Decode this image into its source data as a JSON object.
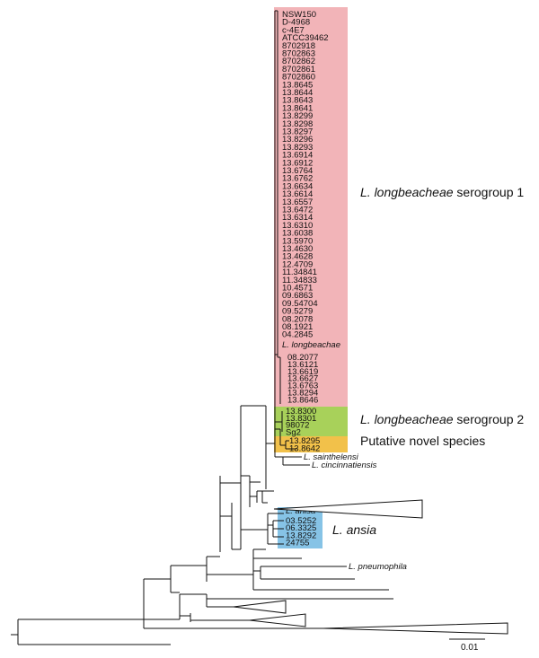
{
  "groups": {
    "sg1": {
      "italic": "L. longbeacheae",
      "plain": " serogroup 1",
      "color": "#f2b4b8"
    },
    "sg2": {
      "italic": "L. longbeacheae",
      "plain": " serogroup 2",
      "color": "#a8d15a"
    },
    "novel": {
      "plain": "Putative novel species",
      "color": "#f2c14a"
    },
    "ansia": {
      "italic": "L. ansia",
      "color": "#86c3e6"
    }
  },
  "sg1_tips": [
    "NSW150",
    "D-4968",
    "c-4E7",
    "ATCC39462",
    "8702918",
    "8702863",
    "8702862",
    "8702861",
    "8702860",
    "13.8645",
    "13.8644",
    "13.8643",
    "13.8641",
    "13.8299",
    "13.8298",
    "13.8297",
    "13.8296",
    "13.8293",
    "13.6914",
    "13.6912",
    "13.6764",
    "13.6762",
    "13.6634",
    "13.6614",
    "13.6557",
    "13.6472",
    "13.6314",
    "13.6310",
    "13.6038",
    "13.5970",
    "13.4630",
    "13.4628",
    "12.4709",
    "11.34841",
    "11.34833",
    "10.4571",
    "09.6863",
    "09.54704",
    "09.5279",
    "08.2078",
    "08.1921",
    "04.2845"
  ],
  "sg1_ref": "L. longbeachae",
  "sg1_sub_tips": [
    "08.2077",
    "13.6121",
    "13.6619",
    "13.6627",
    "13.6763",
    "13.8294",
    "13.8646"
  ],
  "sg2_tips": [
    "13.8300",
    "13.8301",
    "98072",
    "Sg2"
  ],
  "novel_tips": [
    "13.8295",
    "13.8642"
  ],
  "other_tips": {
    "sainthelensi": "L. sainthelensi",
    "cincinnatiensis": "L. cincinnatiensis",
    "pneumophila": "L. pneumophila"
  },
  "ansia_ref": "L. anisa",
  "ansia_tips": [
    "03.5252",
    "06.3325",
    "13.8292",
    "24755"
  ],
  "scale": {
    "label": "0.01"
  }
}
